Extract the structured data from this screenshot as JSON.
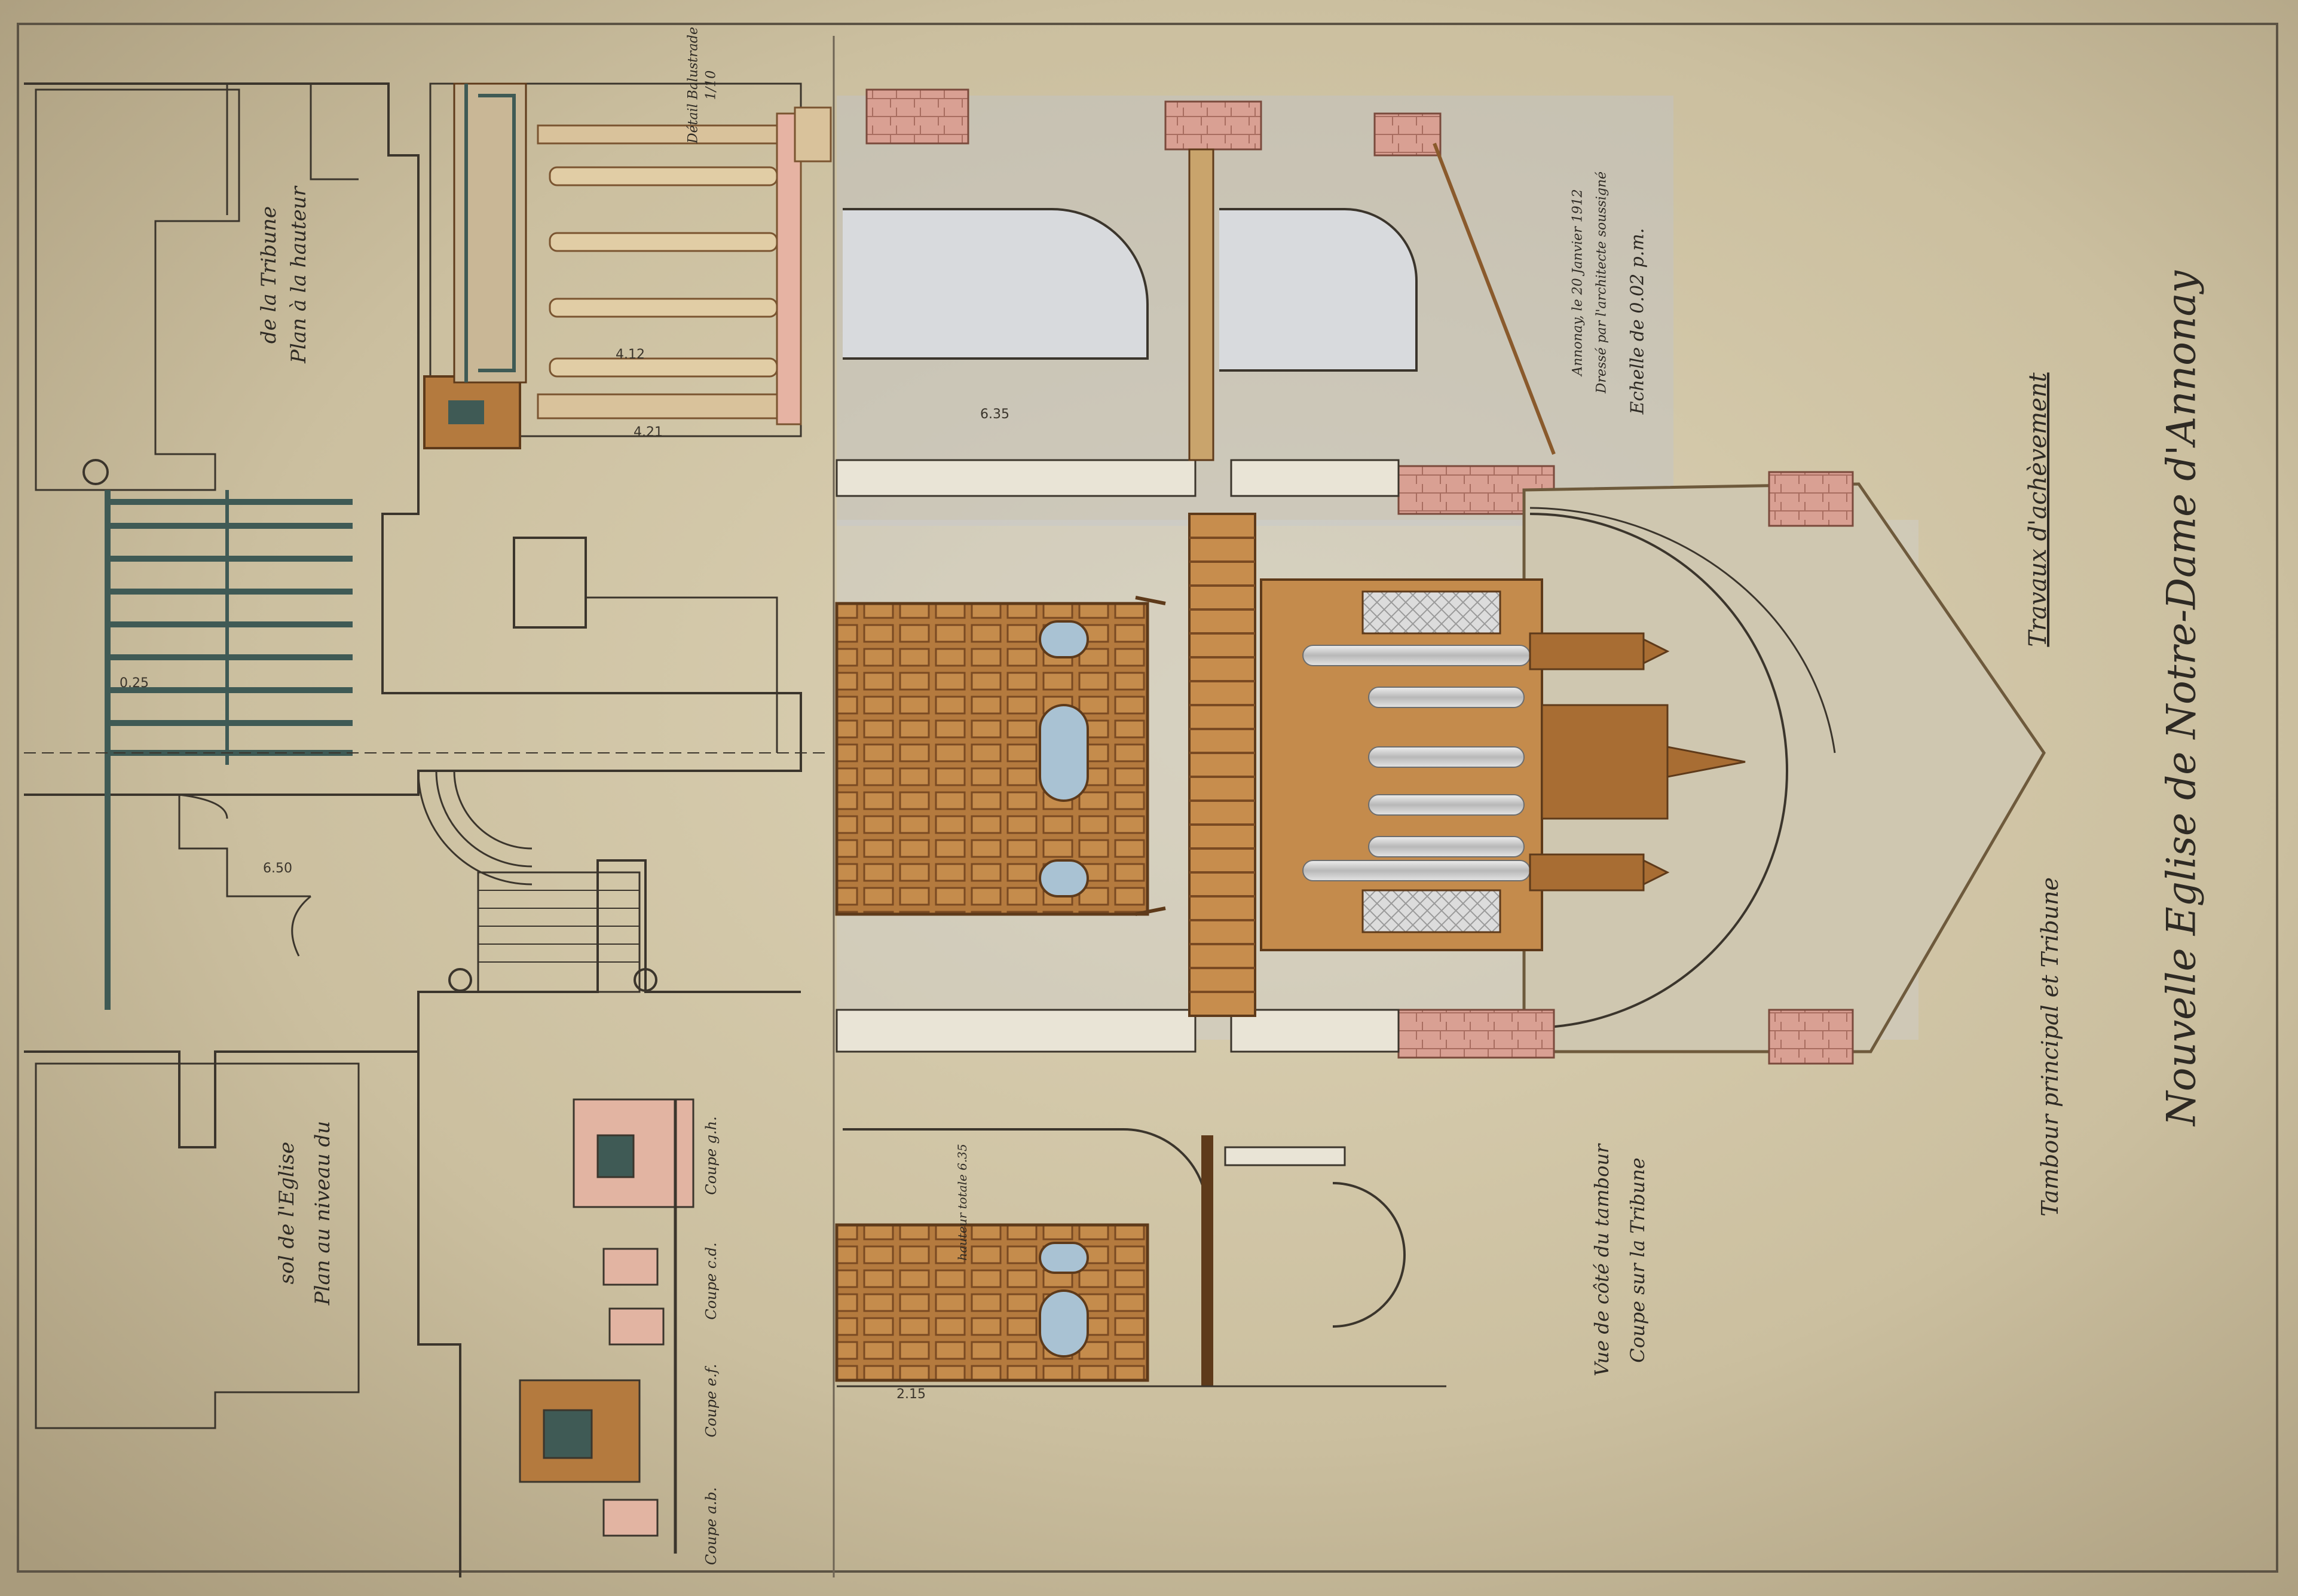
{
  "title": {
    "main": "Nouvelle Eglise de Notre-Dame d'Annonay",
    "sub1": "Travaux d'achèvement",
    "sub2": "Tambour principal et Tribune"
  },
  "scale": {
    "text": "Echelle de 0.02 p.m.",
    "certified_line1": "Dressé par l'architecte soussigné",
    "certified_line2": "Annonay, le 20 Janvier 1912"
  },
  "labels": {
    "detail_balustrade": "Détail Balustrade",
    "detail_scale": "1/10",
    "plan_tribune_line1": "Plan à la hauteur",
    "plan_tribune_line2": "de la Tribune",
    "plan_sol_line1": "Plan au niveau du",
    "plan_sol_line2": "sol de l'Eglise",
    "coupe_gh": "Coupe g.h.",
    "coupe_cd": "Coupe c.d.",
    "coupe_ef": "Coupe e.f.",
    "coupe_ab": "Coupe a.b.",
    "coupe_tribune_line1": "Coupe sur la Tribune",
    "coupe_tribune_line2": "Vue de côté du tambour",
    "hauteur_totale": "hauteur totale 6.35"
  },
  "dimensions": {
    "d1": "6.35",
    "d2": "4.12",
    "d3": "4.21",
    "d4": "2.15",
    "d5": "0.25",
    "d6": "6.50"
  },
  "colors": {
    "paper": "#cfc5a9",
    "ink": "#2e2a24",
    "wood": "#b47a3e",
    "wood_dark": "#7a4a22",
    "stone_pink": "#d9a093",
    "pipe_silver": "#c9c9c9",
    "glass_blue": "#a9c2d3",
    "steel_green": "#3f5a55"
  }
}
